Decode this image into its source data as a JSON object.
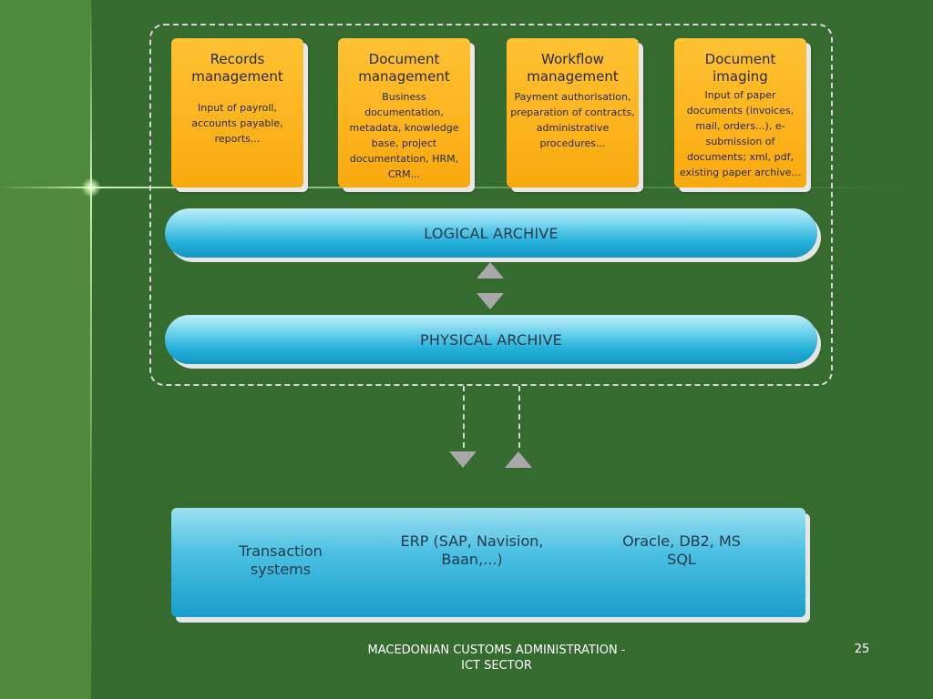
{
  "cards": [
    {
      "title": "Records management",
      "body": "Input of payroll, accounts payable, reports..."
    },
    {
      "title": "Document management",
      "body": "Business documentation, metadata, knowledge base, project documentation, HRM, CRM..."
    },
    {
      "title": "Workflow management",
      "body": "Payment authorisation, preparation of contracts, administrative procedures..."
    },
    {
      "title": "Document imaging",
      "body": "Input of paper documents (invoices, mail, orders...), e-submission of documents; xml, pdf, existing paper archive..."
    }
  ],
  "logical_archive": "LOGICAL ARCHIVE",
  "physical_archive": "PHYSICAL ARCHIVE",
  "systems": {
    "col1": "Transaction systems",
    "col2": "ERP (SAP, Navision, Baan,...)",
    "col3": "Oracle, DB2, MS SQL"
  },
  "footer": {
    "line1": "MACEDONIAN CUSTOMS ADMINISTRATION -",
    "line2": "ICT SECTOR",
    "page_number": "25"
  },
  "colors": {
    "background": "#366b30",
    "card_orange": "#f9a90d",
    "archive_blue": "#22afd8",
    "arrow_gray": "#a8a8a8"
  }
}
